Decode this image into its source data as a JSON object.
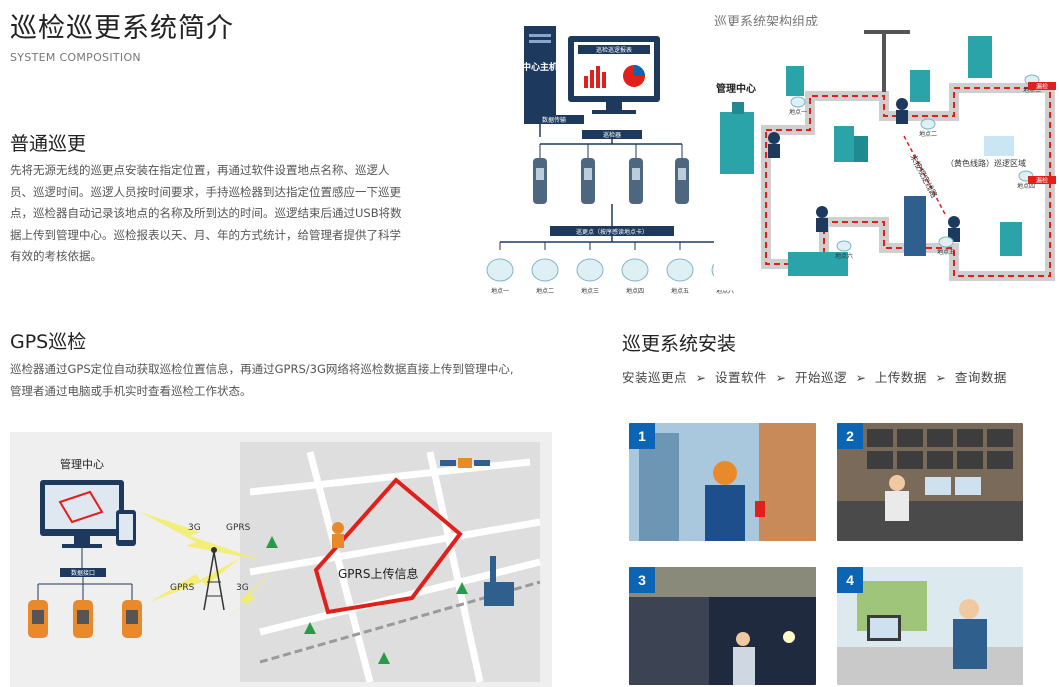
{
  "header": {
    "title": "巡检巡更系统简介",
    "subtitle": "SYSTEM COMPOSITION"
  },
  "ordinary": {
    "title": "普通巡更",
    "text": "先将无源无线的巡更点安装在指定位置，再通过软件设置地点名称、巡逻人员、巡逻时间。巡逻人员按时间要求，手持巡检器到达指定位置感应一下巡更点，巡检器自动记录该地点的名称及所到达的时间。巡逻结束后通过USB将数据上传到管理中心。巡检报表以天、月、年的方式统计，给管理者提供了科学有效的考核依据。"
  },
  "architecture": {
    "title": "巡更系统架构组成",
    "host_label": "中心主机",
    "report_label": "巡检巡逻报表",
    "data_transfer": "数据传输",
    "reader_label": "巡检器",
    "points_bar": "巡更点（按序感读地点卡）",
    "mgmt_center": "管理中心",
    "points": [
      "地点一",
      "地点二",
      "地点三",
      "地点四",
      "地点五",
      "地点六"
    ],
    "map_points": [
      "地点一",
      "地点二",
      "地点三",
      "地点四",
      "地点五",
      "地点六"
    ],
    "route_label": "（黄色线路）巡逻区域",
    "unpatrolled": "未按规定线路",
    "red_tag": "漏检"
  },
  "gps": {
    "title": "GPS巡检",
    "text": "巡检器通过GPS定位自动获取巡检位置信息，再通过GPRS/3G网络将巡检数据直接上传到管理中心,管理者通过电脑或手机实时查看巡检工作状态。",
    "mgmt_center": "管理中心",
    "signal_3g_1": "3G",
    "signal_gprs_1": "GPRS",
    "signal_gprs_2": "GPRS",
    "signal_3g_2": "3G",
    "upload_label": "GPRS上传信息",
    "hub_label": "数据接口"
  },
  "install": {
    "title": "巡更系统安装",
    "steps": [
      "安装巡更点",
      "设置软件",
      "开始巡逻",
      "上传数据",
      "查询数据"
    ],
    "arrow": "➢",
    "panels": [
      "1",
      "2",
      "3",
      "4"
    ]
  },
  "colors": {
    "accent_blue": "#0b64b4",
    "route_red": "#e0201b",
    "device_orange": "#e98a2a",
    "map_gray": "#d9d9d9"
  }
}
